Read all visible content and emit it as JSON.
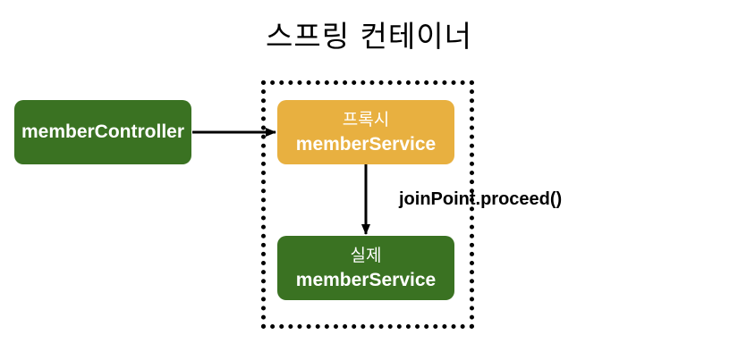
{
  "title": "스프링 컨테이너",
  "nodes": {
    "controller": {
      "label": "memberController"
    },
    "proxy": {
      "line1": "프록시",
      "line2": "memberService"
    },
    "real": {
      "line1": "실제",
      "line2": "memberService"
    }
  },
  "edges": {
    "proxy_to_real_label": "joinPoint.proceed()"
  },
  "colors": {
    "green": "#3a7222",
    "orange": "#e8b040",
    "border": "#000000"
  }
}
